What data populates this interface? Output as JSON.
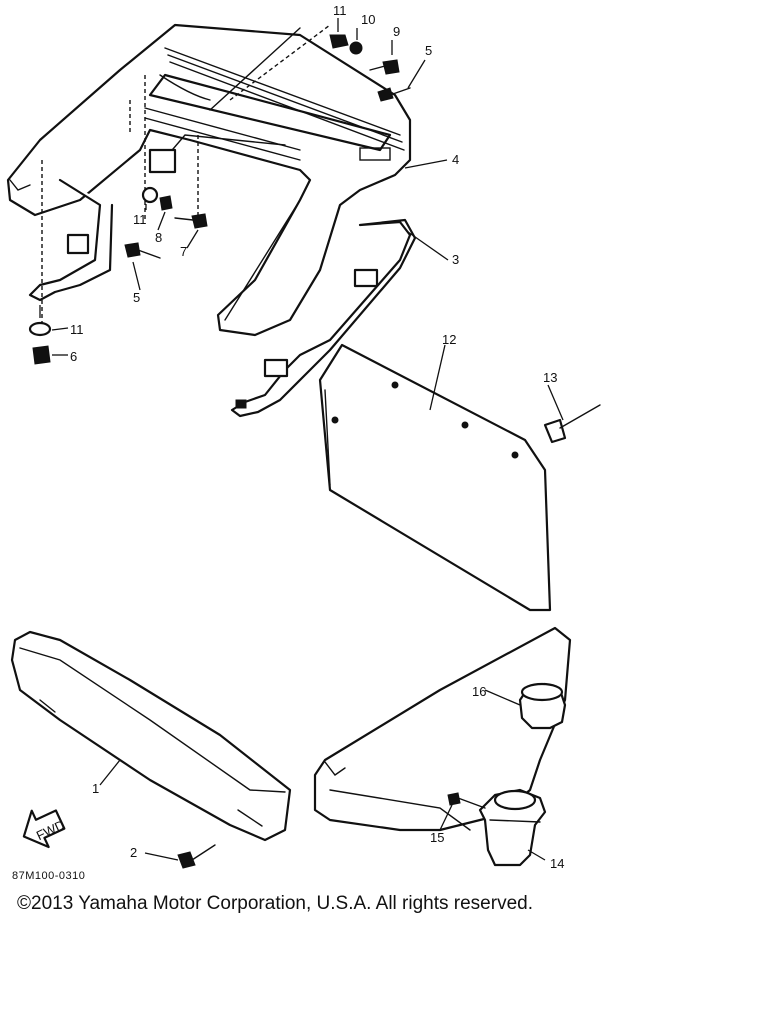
{
  "drawing_code": "87M100-0310",
  "copyright": "©2013 Yamaha Motor Corporation, U.S.A. All rights reserved.",
  "fwd_label": "FWD",
  "callouts": {
    "p1": "1",
    "p2": "2",
    "p3": "3",
    "p4": "4",
    "p5a": "5",
    "p5b": "5",
    "p6": "6",
    "p7": "7",
    "p8": "8",
    "p9": "9",
    "p10": "10",
    "p11a": "11",
    "p11b": "11",
    "p11c": "11",
    "p12": "12",
    "p13": "13",
    "p14": "14",
    "p15": "15",
    "p16": "16"
  }
}
